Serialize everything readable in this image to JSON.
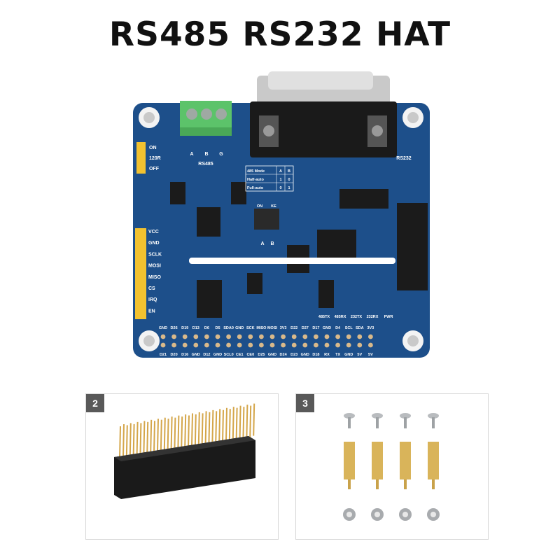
{
  "title": "RS485 RS232 HAT",
  "board": {
    "terminal_labels": [
      "A",
      "B",
      "G"
    ],
    "rs485_label": "RS485",
    "rs232_label": "RS232",
    "jumper_labels": [
      "ON",
      "120R",
      "OFF"
    ],
    "left_pins": [
      "VCC",
      "GND",
      "SCLK",
      "MOSI",
      "MISO",
      "CS",
      "IRQ",
      "EN"
    ],
    "mode_table": {
      "header": [
        "485 Mode",
        "A",
        "B"
      ],
      "rows": [
        [
          "Half-auto",
          "1",
          "0"
        ],
        [
          "Full-auto",
          "0",
          "1"
        ]
      ]
    },
    "switch_labels": [
      "ON",
      "KE"
    ],
    "switch_bottom": [
      "A",
      "B"
    ],
    "led_labels": [
      "485TX",
      "485RX",
      "232TX",
      "232RX",
      "PWR"
    ],
    "top_gpio": [
      "GND",
      "D26",
      "D19",
      "D13",
      "D6",
      "D5",
      "SDA0",
      "GND",
      "SCK",
      "MISO",
      "MOSI",
      "3V3",
      "D22",
      "D27",
      "D17",
      "GND",
      "D4",
      "SCL",
      "SDA",
      "3V3"
    ],
    "bottom_gpio": [
      "D21",
      "D20",
      "D16",
      "GND",
      "D12",
      "GND",
      "SCL0",
      "CE1",
      "CE0",
      "D25",
      "GND",
      "D24",
      "D23",
      "GND",
      "D18",
      "RX",
      "TX",
      "GND",
      "5V",
      "5V"
    ]
  },
  "panels": [
    {
      "number": "2"
    },
    {
      "number": "3"
    }
  ]
}
